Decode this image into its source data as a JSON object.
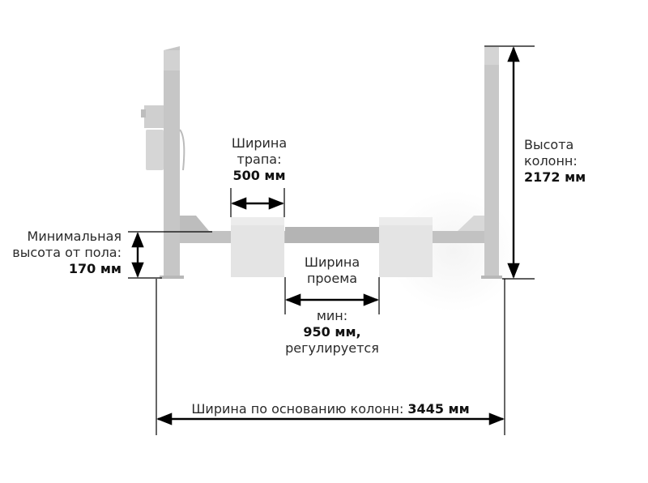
{
  "diagram": {
    "subject": "four-post lift dimensions",
    "colors": {
      "structure": "#c8c8c8",
      "structure_dark": "#b4b4b4",
      "runway": "#e6e6e6",
      "dimension_line": "#000000",
      "text": "#2a2a2a"
    }
  },
  "dimensions": {
    "runway_width": {
      "line1": "Ширина",
      "line2": "трапа:",
      "value": "500 мм"
    },
    "column_height": {
      "line1": "Высота",
      "line2": "колонн:",
      "value": "2172 мм"
    },
    "min_height": {
      "line1": "Минимальная",
      "line2": "высота от пола:",
      "value": "170 мм"
    },
    "opening_width": {
      "line1": "Ширина",
      "line2": "проема",
      "line3": "мин:",
      "value": "950 мм,",
      "note": "регулируется"
    },
    "base_width": {
      "label": "Ширина по основанию колонн:",
      "value": "3445 мм"
    }
  }
}
